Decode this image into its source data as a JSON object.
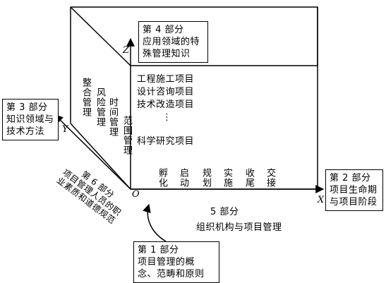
{
  "axes": {
    "z": "Z",
    "y": "Y",
    "x": "X",
    "origin": "O"
  },
  "part4": {
    "title": "第 4 部分",
    "lines": [
      "应用领域的特",
      "殊管理知识"
    ]
  },
  "part3": {
    "title": "第 3 部分",
    "lines": [
      "知识领域与",
      "技术方法"
    ]
  },
  "part2": {
    "title": "第 2 部分",
    "lines": [
      "项目生命期",
      "与项目阶段"
    ]
  },
  "part1": {
    "title": "第 1 部分",
    "lines": [
      "项目管理的概",
      "念、范畴和原则"
    ]
  },
  "part5": {
    "title": "5 部分",
    "body": "组织机构与项目管理"
  },
  "part6": {
    "title": "第 6 部分",
    "lines": [
      "项目管理人员的职",
      "业素质和道德规范"
    ]
  },
  "knowledge_areas": [
    "整合管理",
    "风险管理",
    "时间管理",
    "范围管理"
  ],
  "project_types": [
    "工程施工项目",
    "设计咨询项目",
    "技术改造项目",
    "⋮",
    "科学研究项目"
  ],
  "lifecycle_phases": [
    "孵化",
    "启动",
    "规划",
    "实施",
    "收尾",
    "交接"
  ]
}
